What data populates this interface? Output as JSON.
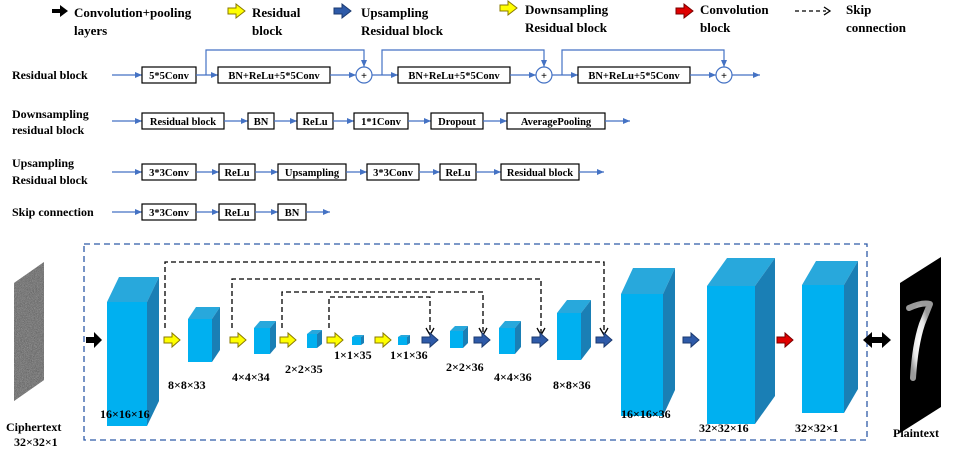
{
  "legend": {
    "conv_pool": "Convolution+pooling layers",
    "conv_pool_l1": "Convolution+pooling",
    "conv_pool_l2": "layers",
    "residual_l1": "Residual",
    "residual_l2": "block",
    "upsampling_l1": "Upsampling",
    "upsampling_l2": "Residual block",
    "downsampling_l1": "Downsampling",
    "downsampling_l2": "Residual block",
    "convolution_l1": "Convolution",
    "convolution_l2": "block",
    "skip_l1": "Skip",
    "skip_l2": "connection"
  },
  "rows": {
    "residual": {
      "label": "Residual block",
      "boxes": [
        "5*5Conv",
        "BN+ReLu+5*5Conv",
        "BN+ReLu+5*5Conv",
        "BN+ReLu+5*5Conv"
      ],
      "plus": "+"
    },
    "downsampling": {
      "label_l1": "Downsampling",
      "label_l2": "residual block",
      "boxes": [
        "Residual block",
        "BN",
        "ReLu",
        "1*1Conv",
        "Dropout",
        "AveragePooling"
      ]
    },
    "upsampling": {
      "label_l1": "Upsampling",
      "label_l2": "Residual block",
      "boxes": [
        "3*3Conv",
        "ReLu",
        "Upsampling",
        "3*3Conv",
        "ReLu",
        "Residual block"
      ]
    },
    "skip": {
      "label": "Skip connection",
      "boxes": [
        "3*3Conv",
        "ReLu",
        "BN"
      ]
    }
  },
  "network": {
    "input_label": "Ciphertext",
    "input_size": "32×32×1",
    "output_label": "Plaintext",
    "layers": [
      "16×16×16",
      "8×8×33",
      "4×4×34",
      "2×2×35",
      "1×1×35",
      "1×1×36",
      "2×2×36",
      "4×4×36",
      "8×8×36",
      "16×16×36",
      "32×32×16",
      "32×32×1"
    ]
  },
  "colors": {
    "blue_line": "#4472c4",
    "cube_front": "#00b0f0",
    "cube_side": "#1a7fb5",
    "cube_top": "#28a8dc",
    "yellow": "#ffff00",
    "blue_arrow": "#2e5aa8",
    "red_arrow": "#e00000",
    "border_dash": "#2e5aa8"
  },
  "icons": {
    "conv_pool": "black-arrow-icon",
    "residual": "yellow-arrow-icon",
    "upsampling": "blue-arrow-icon",
    "downsampling": "yellow-arrow-icon",
    "convolution": "red-arrow-icon",
    "skip": "dashed-arrow-icon"
  }
}
